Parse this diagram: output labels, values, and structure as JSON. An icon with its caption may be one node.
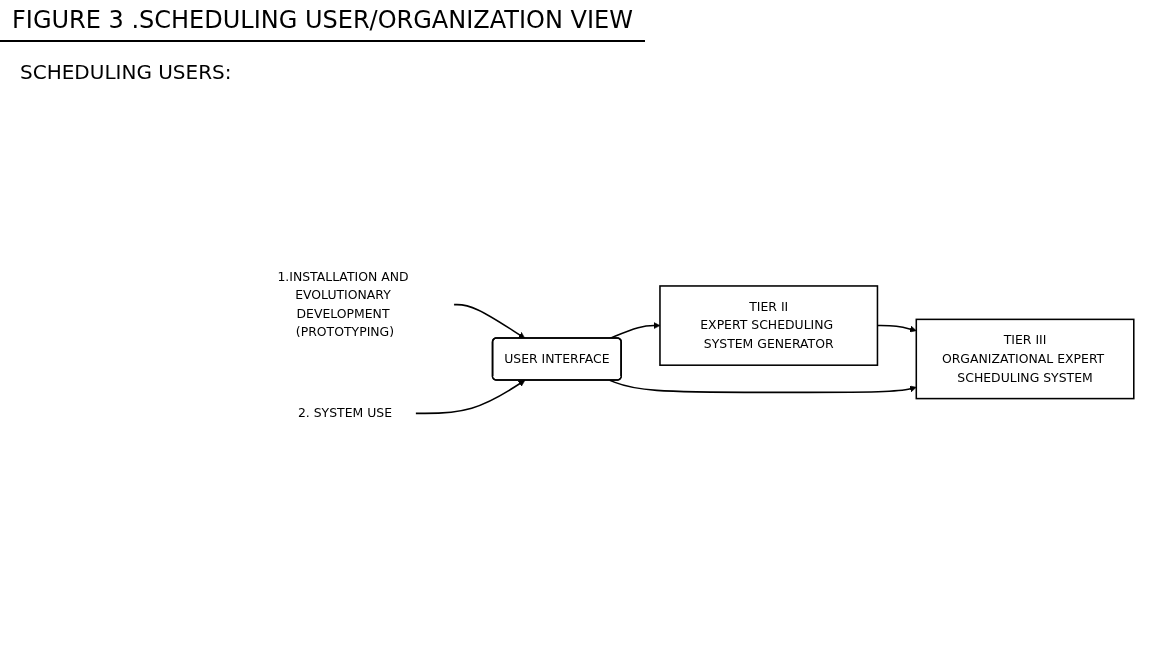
{
  "diagram": {
    "title": "FIGURE 3 .SCHEDULING USER/ORGANIZATION VIEW",
    "nodes": [
      {
        "text": [
          "1.INSTALLATION AND EVOLUTIONARY DEVELOPMENT (PROTOTYPING)"
        ]
      },
      {
        "text": [
          "2. SYSTEM USE"
        ]
      },
      {
        "text": [
          "USER INTERFACE"
        ]
      },
      {
        "text": [
          "TIER II",
          "EXPERT SCHEDULING SYSTEM GENERATOR"
        ]
      },
      {
        "text": [
          "TIER III",
          "ORGANIZATIONAL EXPERT SCHEDULING SYSTEM"
        ]
      }
    ],
    "edges": [
      {
        "from": 0,
        "to": 2,
        "arrow": "to"
      },
      {
        "from": 1,
        "to": 2,
        "arrow": "to"
      },
      {
        "from": 2,
        "to": 3,
        "arrow": "to"
      },
      {
        "from": 3,
        "to": 4,
        "arrow": "to"
      },
      {
        "from": 2,
        "to": 4,
        "arrow": "to"
      }
    ],
    "labels": [
      "SCHEDULING USERS:"
    ]
  }
}
